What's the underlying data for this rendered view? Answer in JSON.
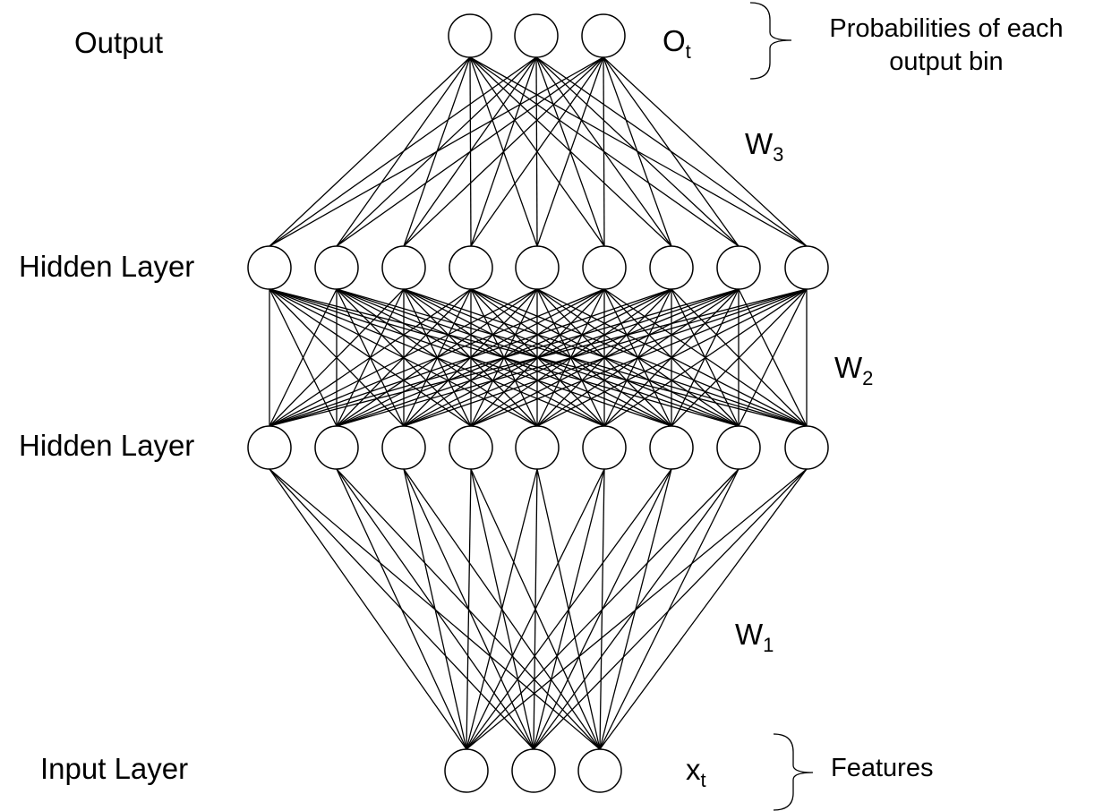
{
  "labels": {
    "output": "Output",
    "hidden_top": "Hidden Layer",
    "hidden_bottom": "Hidden Layer",
    "input": "Input Layer"
  },
  "math": {
    "output_symbol": "O",
    "output_sub": "t",
    "input_symbol": "x",
    "input_sub": "t",
    "w3_symbol": "W",
    "w3_sub": "3",
    "w2_symbol": "W",
    "w2_sub": "2",
    "w1_symbol": "W",
    "w1_sub": "1"
  },
  "notes": {
    "output_line1": "Probabilities of each",
    "output_line2": "output bin",
    "input": "Features"
  },
  "network": {
    "layers": [
      {
        "name": "output",
        "nodes": 3
      },
      {
        "name": "hidden2",
        "nodes": 9
      },
      {
        "name": "hidden1",
        "nodes": 9
      },
      {
        "name": "input",
        "nodes": 3
      }
    ],
    "stroke_color": "#000000",
    "fill_color": "#ffffff"
  }
}
